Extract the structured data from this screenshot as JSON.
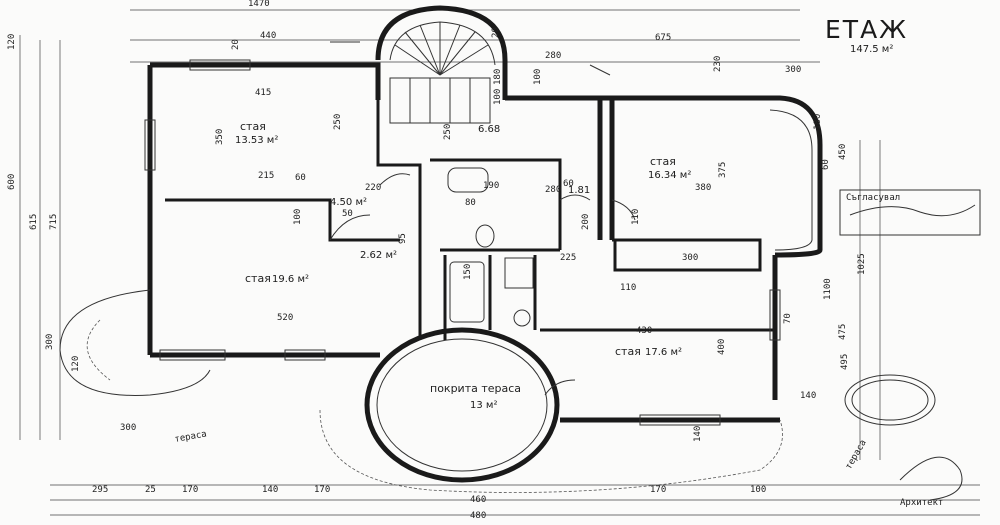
{
  "sheet": {
    "title": "ЕТАЖ",
    "total_area": "147.5 м²"
  },
  "rooms": [
    {
      "name": "стая",
      "area": "13.53 м²"
    },
    {
      "name": "стая",
      "area": "16.34 м²"
    },
    {
      "name": "стая",
      "area": "19.6 м²"
    },
    {
      "name": "стая",
      "area": "17.6 м²"
    },
    {
      "name": "покрита тераса",
      "area": "13 м²"
    }
  ],
  "small_areas": [
    "4.50 м²",
    "6.68",
    "2.62 м²",
    "1.81"
  ],
  "dimensions": {
    "top": [
      "1470",
      "440",
      "20",
      "280",
      "675",
      "230",
      "300",
      "100",
      "180",
      "20",
      "1100"
    ],
    "left": [
      "120",
      "600",
      "615",
      "715",
      "300",
      "120",
      "300"
    ],
    "interior": [
      "415",
      "350",
      "250",
      "215",
      "220",
      "60",
      "100",
      "50",
      "250",
      "60",
      "380",
      "520",
      "430",
      "400",
      "375",
      "300",
      "110",
      "190",
      "80",
      "95",
      "150",
      "200",
      "110",
      "225",
      "280",
      "100",
      "70"
    ],
    "right": [
      "450",
      "1025",
      "475",
      "495",
      "140",
      "60",
      "180"
    ],
    "bottom": [
      "295",
      "25",
      "170",
      "140",
      "170",
      "460",
      "480",
      "170",
      "140",
      "100"
    ]
  },
  "annotations": [
    "тераса",
    "тераса"
  ],
  "stamp_text": [
    "Съгласувал"
  ],
  "signature": "Архитект"
}
